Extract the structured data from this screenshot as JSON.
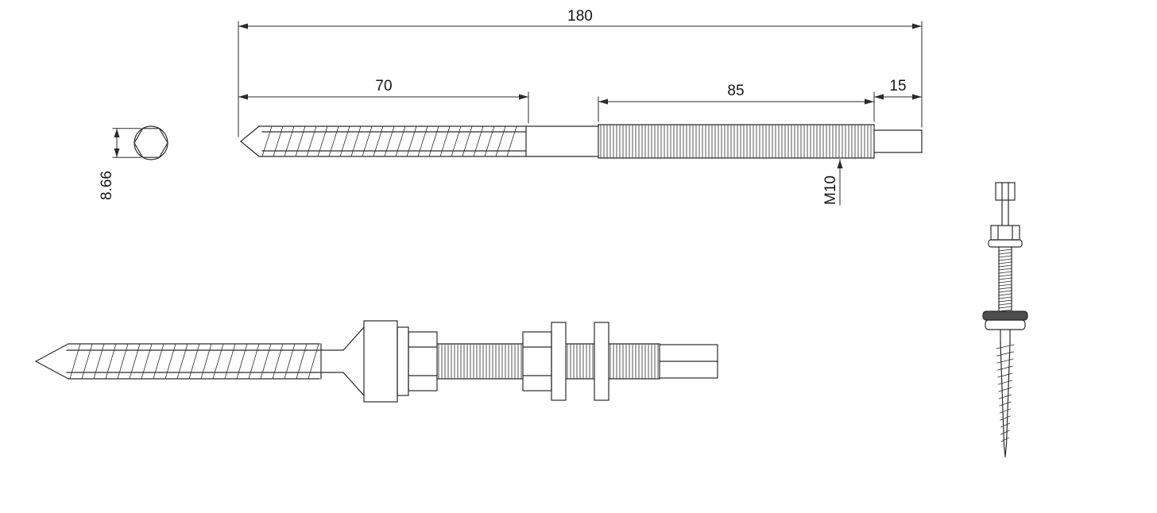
{
  "drawing": {
    "dimensions": {
      "overall_length": "180",
      "lag_thread_length": "70",
      "machine_thread_length": "85",
      "plain_end_length": "15",
      "hex_across_flats": "8.66",
      "thread_spec": "M10"
    }
  }
}
